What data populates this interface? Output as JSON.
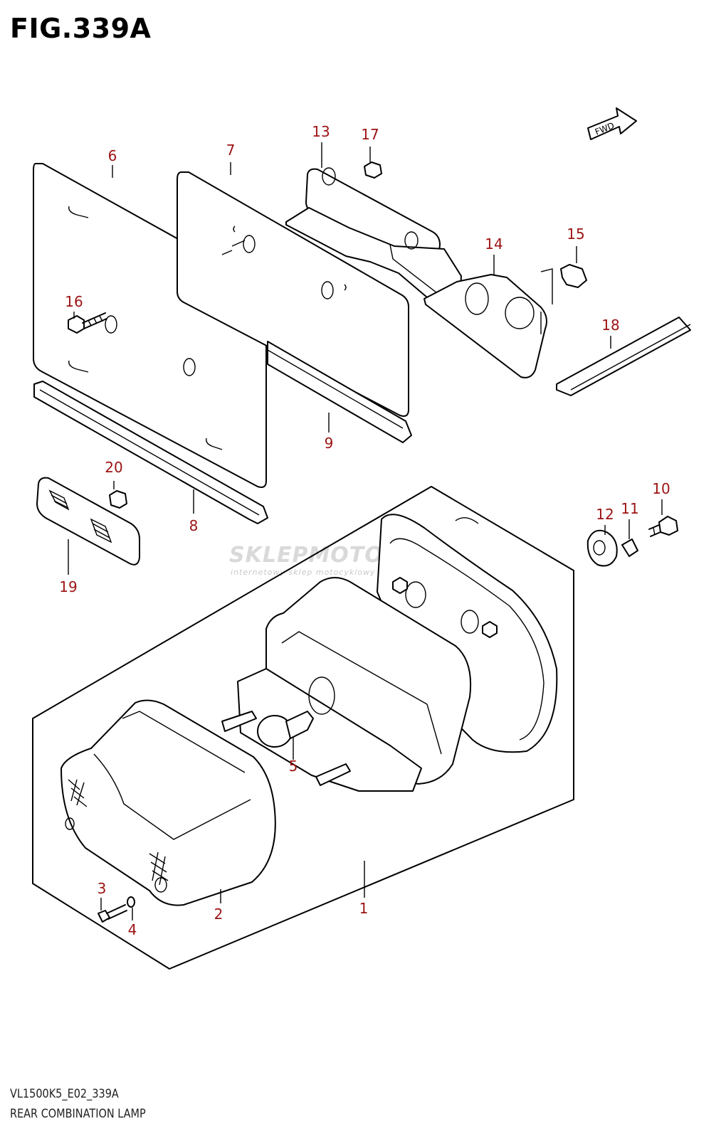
{
  "figure": {
    "title": "FIG.339A",
    "model_code": "VL1500K5_E02_339A",
    "name": "REAR COMBINATION LAMP"
  },
  "direction_marker": {
    "label": "FWD",
    "icon": "fwd-arrow-icon"
  },
  "watermark": {
    "brand": "SKLEPMOTO25.PL",
    "tagline": "internetowy sklep motocyklowy"
  },
  "callouts": {
    "c1": "1",
    "c2": "2",
    "c3": "3",
    "c4": "4",
    "c5": "5",
    "c6": "6",
    "c7": "7",
    "c8": "8",
    "c9": "9",
    "c10": "10",
    "c11": "11",
    "c12": "12",
    "c13": "13",
    "c14": "14",
    "c15": "15",
    "c16": "16",
    "c17": "17",
    "c18": "18",
    "c19": "19",
    "c20": "20"
  },
  "colors": {
    "callout": "#9c1313",
    "line": "#000000",
    "watermark": "#d9d9d9"
  }
}
